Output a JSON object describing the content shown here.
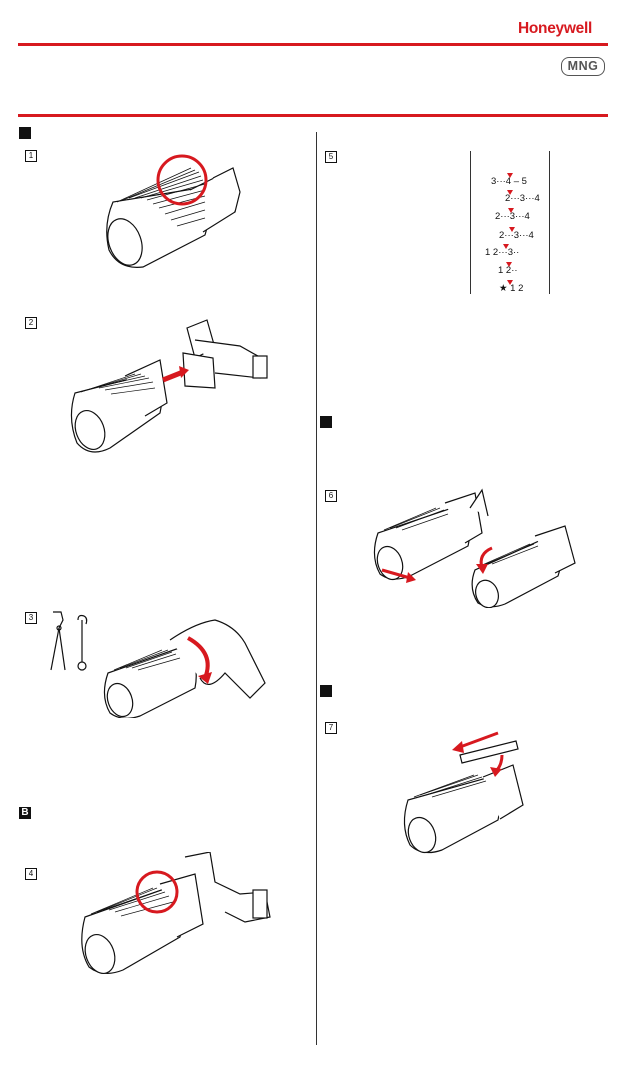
{
  "header": {
    "brand": "Honeywell",
    "badge": "MNG",
    "accent_color": "#d7191f"
  },
  "sections": [
    {
      "label": "",
      "style": "black-square"
    },
    {
      "label": "B",
      "style": "black-square"
    },
    {
      "label": "",
      "style": "black-square"
    },
    {
      "label": "",
      "style": "black-square"
    }
  ],
  "steps": [
    {
      "number": "1",
      "illustration": "thermostat-head-with-circle-icon"
    },
    {
      "number": "2",
      "illustration": "mount-on-valve-icon"
    },
    {
      "number": "3",
      "illustration": "tighten-by-hand-icon"
    },
    {
      "number": "4",
      "illustration": "valve-adapter-circle-icon"
    },
    {
      "number": "5",
      "illustration": "scale-setting-table"
    },
    {
      "number": "6",
      "illustration": "limit-clip-icon"
    },
    {
      "number": "7",
      "illustration": "cover-slide-icon"
    }
  ],
  "tools": [
    "pliers-icon",
    "hook-wrench-icon"
  ],
  "scale_table": {
    "rows": [
      {
        "text": "3···4 – 5",
        "marker": true
      },
      {
        "text": "2···3···4",
        "marker": true
      },
      {
        "text": "2···3···4",
        "marker": true
      },
      {
        "text": "2···3···4",
        "marker": true
      },
      {
        "text": "1   2···3··",
        "marker": true
      },
      {
        "text": "1   2··",
        "marker": true
      },
      {
        "text": "★ 1   2",
        "marker": true
      }
    ]
  }
}
